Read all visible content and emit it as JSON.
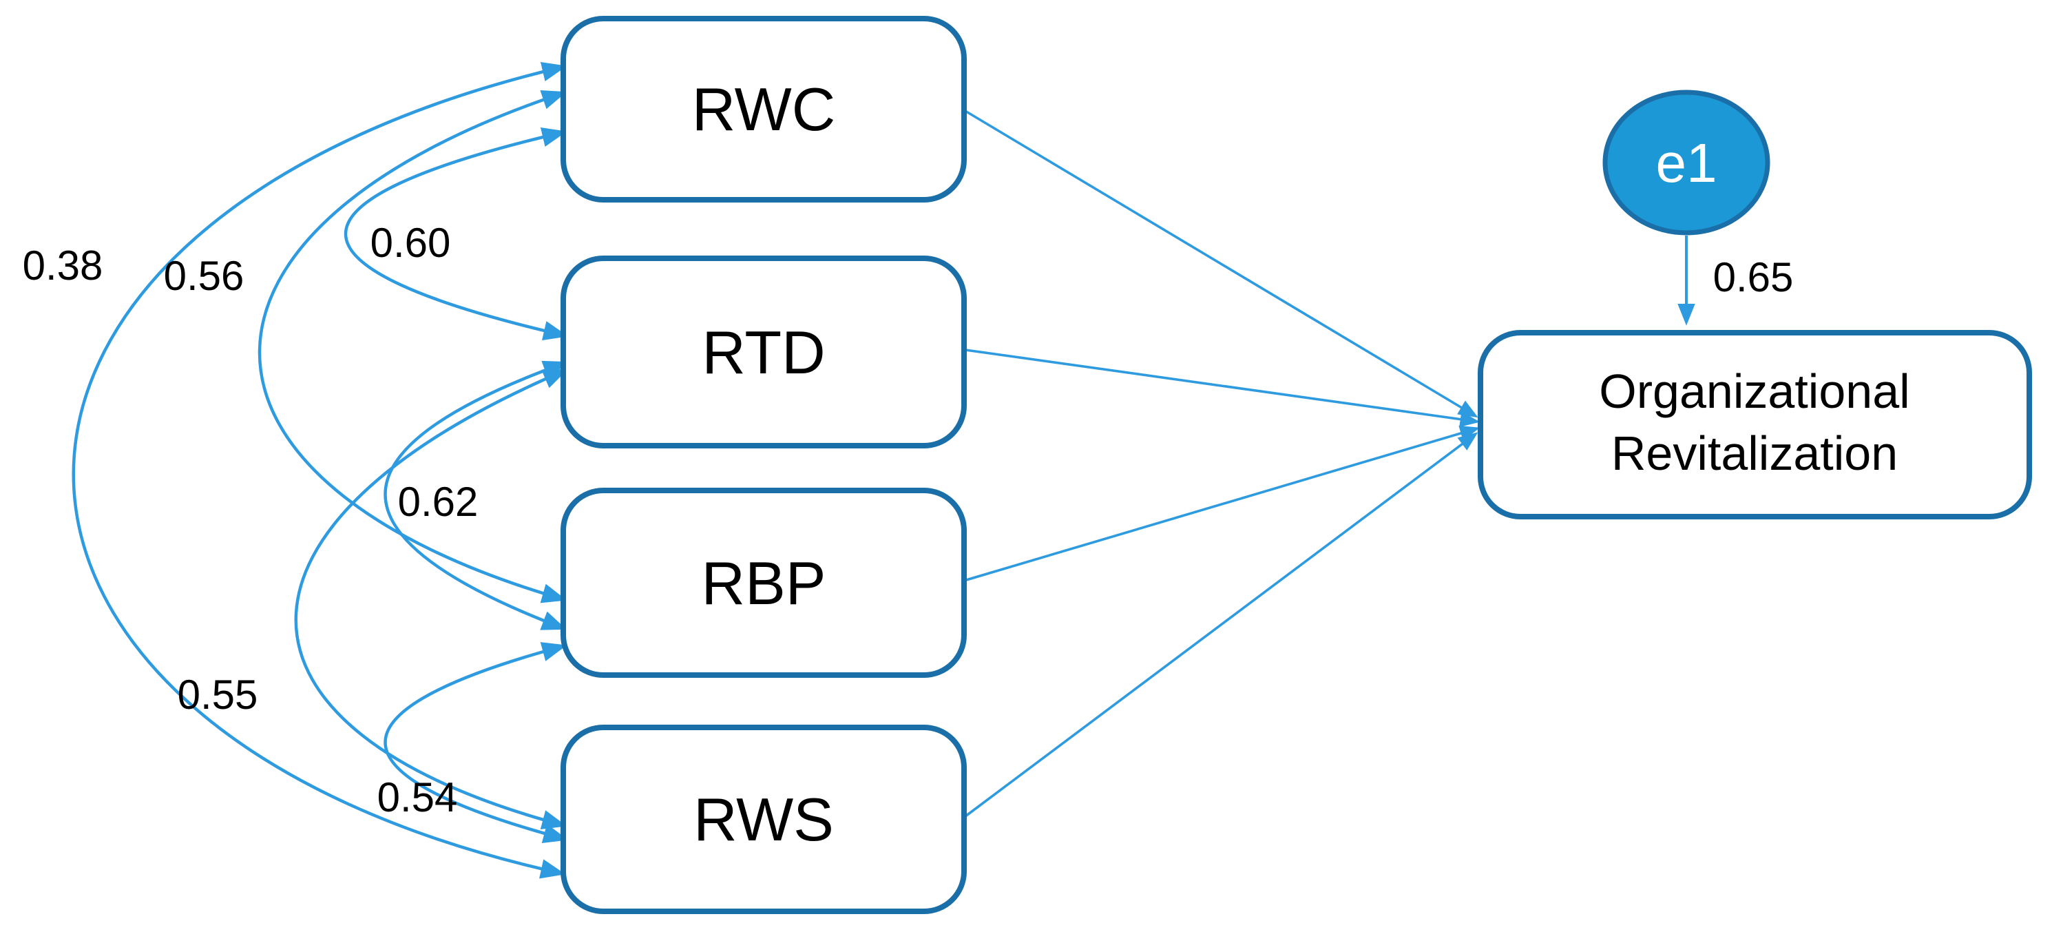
{
  "figure": {
    "type": "structural-equation-path-diagram",
    "nodes": {
      "rwc": {
        "label": "RWC"
      },
      "rtd": {
        "label": "RTD"
      },
      "rbp": {
        "label": "RBP"
      },
      "rws": {
        "label": "RWS"
      },
      "outcome": {
        "label_line1": "Organizational",
        "label_line2": "Revitalization"
      },
      "error": {
        "label": "e1"
      }
    },
    "covariances": [
      {
        "between": "RWC-RWS",
        "value": "0.38"
      },
      {
        "between": "RWC-RBP",
        "value": "0.56"
      },
      {
        "between": "RWC-RTD",
        "value": "0.60"
      },
      {
        "between": "RTD-RBP",
        "value": "0.62"
      },
      {
        "between": "RTD-RWS",
        "value": "0.55"
      },
      {
        "between": "RBP-RWS",
        "value": "0.54"
      }
    ],
    "regression_paths": [
      {
        "from": "RWC",
        "to": "Organizational Revitalization"
      },
      {
        "from": "RTD",
        "to": "Organizational Revitalization"
      },
      {
        "from": "RBP",
        "to": "Organizational Revitalization"
      },
      {
        "from": "RWS",
        "to": "Organizational Revitalization"
      }
    ],
    "error_path": {
      "from": "e1",
      "to": "Organizational Revitalization",
      "value": "0.65"
    },
    "colors": {
      "box_border": "#1b6fa8",
      "arrow": "#2e9be0",
      "error_fill": "#1d98d6",
      "error_text": "#ffffff",
      "text": "#000000",
      "background": "#ffffff"
    }
  }
}
